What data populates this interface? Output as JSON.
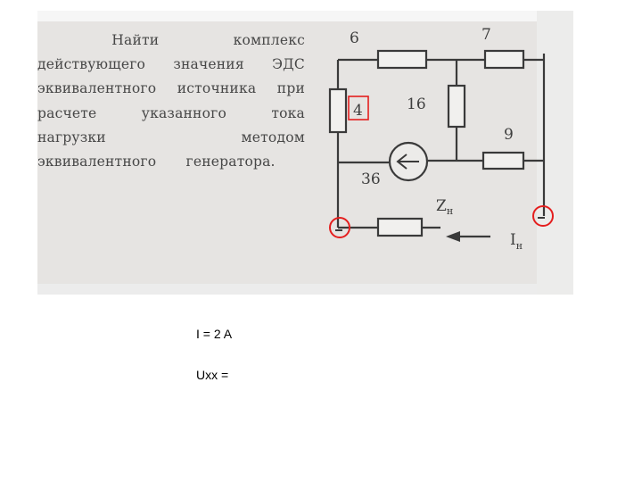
{
  "task": {
    "lines": [
      [
        "",
        "Найти",
        "комплекс"
      ],
      [
        "действующего",
        "значения",
        "ЭДС"
      ],
      [
        "эквивалентного",
        "источника",
        "при"
      ],
      [
        "расчете",
        "указанного",
        "тока"
      ],
      [
        "нагрузки",
        "",
        "методом"
      ],
      [
        "эквивалентного",
        "генератора.",
        ""
      ]
    ]
  },
  "circuit": {
    "resistor_labels": {
      "r6": "6",
      "r7": "7",
      "r4": "4",
      "r16": "16",
      "r9": "9",
      "r36": "36"
    },
    "load_label": "Z",
    "load_label_sub": "н",
    "current_label": "I",
    "current_label_sub": "н",
    "terminal_marker_color": "#e41e1e",
    "highlight_border_color": "#e41e1e"
  },
  "given": {
    "current": "I = 2 A",
    "voltage": "Uxx ="
  }
}
